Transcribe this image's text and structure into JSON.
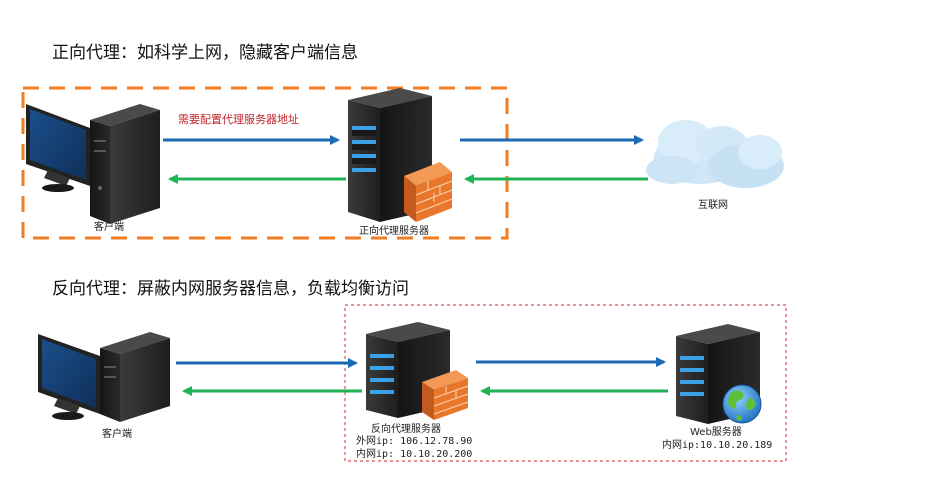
{
  "forward": {
    "title": "正向代理：如科学上网，隐藏客户端信息",
    "note": "需要配置代理服务器地址",
    "client_label": "客户端",
    "proxy_label": "正向代理服务器",
    "internet_label": "互联网"
  },
  "reverse": {
    "title": "反向代理：屏蔽内网服务器信息，负载均衡访问",
    "client_label": "客户端",
    "proxy_label": "反向代理服务器",
    "proxy_external_ip": "外网ip: 106.12.78.90",
    "proxy_internal_ip": "内网ip: 10.10.20.200",
    "web_label": "Web服务器",
    "web_internal_ip": "内网ip:10.10.20.189"
  },
  "colors": {
    "request_arrow": "#1c69b4",
    "response_arrow": "#1fb257",
    "forward_border": "#f07d24",
    "reverse_border": "#e04a55",
    "server_body": "#2b2b2b",
    "server_led": "#3aa0e8",
    "firewall": "#e8772c",
    "cloud": "#c9e2f5"
  },
  "icons": {
    "client": "desktop-computer-icon",
    "server": "server-tower-icon",
    "firewall": "firewall-icon",
    "cloud": "cloud-icon",
    "globe": "globe-icon"
  }
}
